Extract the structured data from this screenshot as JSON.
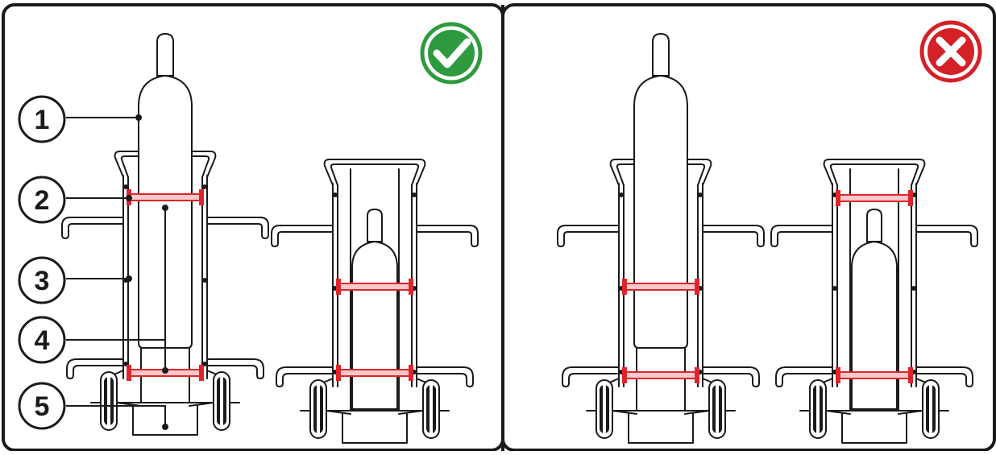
{
  "panels": {
    "correct": {
      "status_icon": "check-mark-icon",
      "accent": "#2e9a3e"
    },
    "incorrect": {
      "status_icon": "x-mark-icon",
      "accent": "#d42027"
    }
  },
  "callouts": [
    {
      "number": "1"
    },
    {
      "number": "2"
    },
    {
      "number": "3"
    },
    {
      "number": "4"
    },
    {
      "number": "5"
    }
  ],
  "colors": {
    "outline": "#1a1a1a",
    "strap": "#e0242b",
    "strap_fill": "#f6c9cb"
  }
}
